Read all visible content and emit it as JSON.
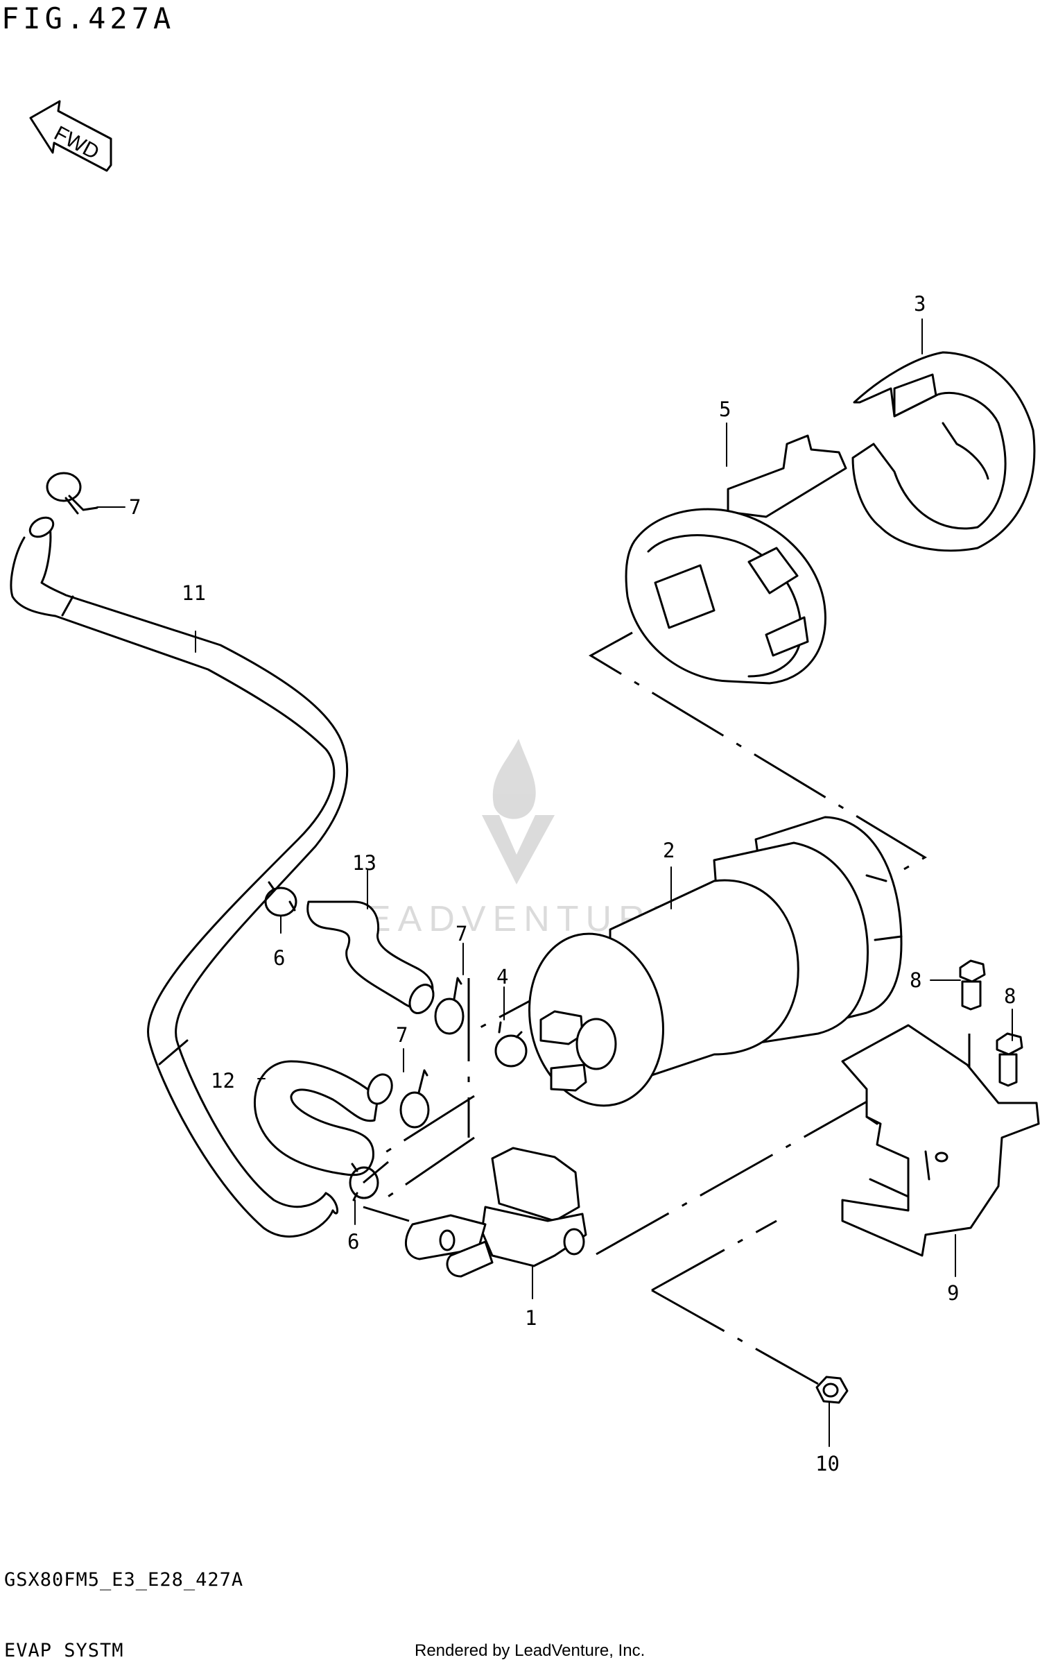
{
  "figure_title": "FIG.427A",
  "fwd_label": "FWD",
  "watermark_text": "LEADVENTURE",
  "callouts": {
    "c1": "1",
    "c2": "2",
    "c3": "3",
    "c4": "4",
    "c5": "5",
    "c6a": "6",
    "c6b": "6",
    "c7a": "7",
    "c7b": "7",
    "c7c": "7",
    "c8a": "8",
    "c8b": "8",
    "c9": "9",
    "c10": "10",
    "c11": "11",
    "c12": "12",
    "c13": "13"
  },
  "footer": {
    "code": "GSX80FM5_E3_E28_427A",
    "name": "EVAP SYSTM",
    "rendered_by": "Rendered by LeadVenture, Inc."
  }
}
